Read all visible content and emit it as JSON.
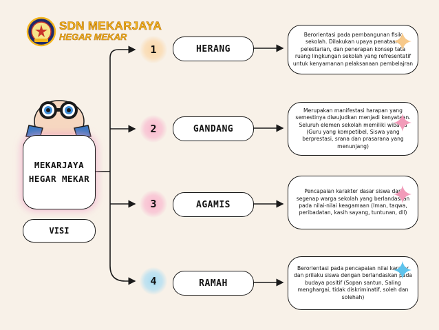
{
  "brand": {
    "title": "SDN MEKARJAYA",
    "subtitle": "HEGAR MEKAR"
  },
  "visi": {
    "text": "MEKARJAYA\nHEGAR MEKAR",
    "label": "VISI"
  },
  "misi": [
    {
      "number": "1",
      "name": "HERANG",
      "color": "#fbd7a8",
      "sparkle": "#f7c98a",
      "description": "Berorientasi pada pembangunan fisik sekolah. Dilakukan upaya penataan, pelestarian, dan penerapan konsep tata ruang lingkungan sekolah yang refresentatif untuk kenyamanan pelaksanaan pembelajran"
    },
    {
      "number": "2",
      "name": "GANDANG",
      "color": "#f9b9cf",
      "sparkle": "#f29bb9",
      "description": "Merupakan manifestasi harapan yang semestinya diwujudkan  menjadi kenyataan. Seluruh elemen sekolah memiliki wibawa (Guru yang kompetibel, Siswa yang berprestasi, srana dan prasarana yang menunjang)"
    },
    {
      "number": "3",
      "name": "AGAMIS",
      "color": "#f9b9cf",
      "sparkle": "#f29bb9",
      "description": "Pencapaian karakter dasar siswa dan segenap warga sekolah yang berlandaskan pada nilai-nilai keagamaan (Iman, taqwa, peribadatan, kasih sayang, tuntunan, dll)"
    },
    {
      "number": "4",
      "name": "RAMAH",
      "color": "#a9dcf3",
      "sparkle": "#5ec3ec",
      "description": "Berorientasi pada pencapaian nilai karater dan prilaku siswa dengan berlandaskan pada budaya positif (Sopan santun, Saling menghargai, tidak diskriminatif, soleh dan solehah)"
    }
  ]
}
